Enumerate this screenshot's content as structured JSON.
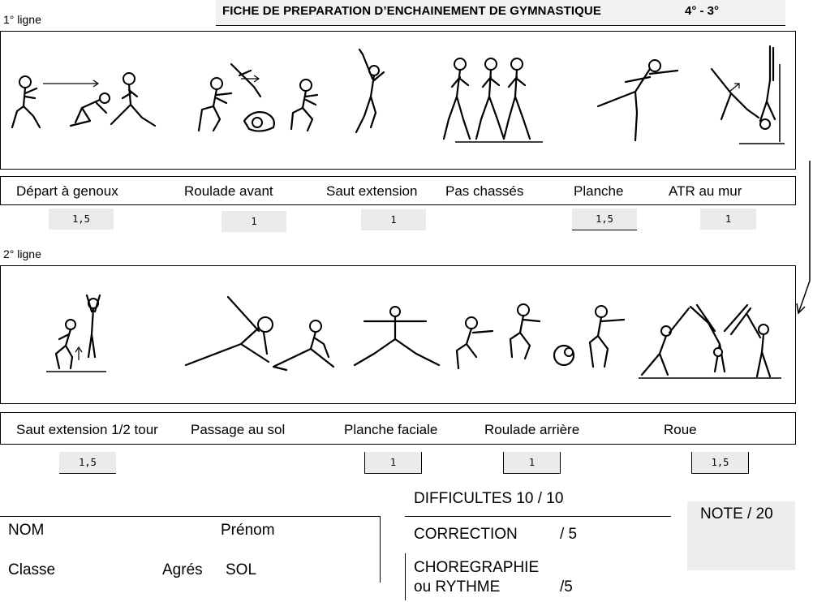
{
  "header": {
    "title": "FICHE DE PREPARATION D’ENCHAINEMENT DE GYMNASTIQUE",
    "level": "4° -   3°"
  },
  "line1": {
    "label": "1° ligne",
    "moves": [
      {
        "name": "Départ à genoux",
        "score": "1,5"
      },
      {
        "name": "Roulade avant",
        "score": "1"
      },
      {
        "name": "Saut extension",
        "score": "1"
      },
      {
        "name": "Pas chassés",
        "score": ""
      },
      {
        "name": "Planche",
        "score": "1,5"
      },
      {
        "name": "ATR au mur",
        "score": "1"
      }
    ]
  },
  "line2": {
    "label": "2° ligne",
    "moves": [
      {
        "name": "Saut extension 1/2 tour",
        "score": "1,5"
      },
      {
        "name": "Passage au sol",
        "score": ""
      },
      {
        "name": "Planche faciale",
        "score": "1"
      },
      {
        "name": "Roulade arrière",
        "score": "1"
      },
      {
        "name": "Roue",
        "score": "1,5"
      }
    ]
  },
  "identity": {
    "nom": "NOM",
    "prenom": "Prénom",
    "classe": "Classe",
    "agres_label": "Agrés",
    "agres_value": "SOL"
  },
  "grading": {
    "difficultes": "DIFFICULTES 10  / 10",
    "correction_label": "CORRECTION",
    "correction_max": "/ 5",
    "choregraphie_label": "CHOREGRAPHIE",
    "rythme_label": "ou RYTHME",
    "choregraphie_max": "/5",
    "note": "NOTE / 20"
  }
}
